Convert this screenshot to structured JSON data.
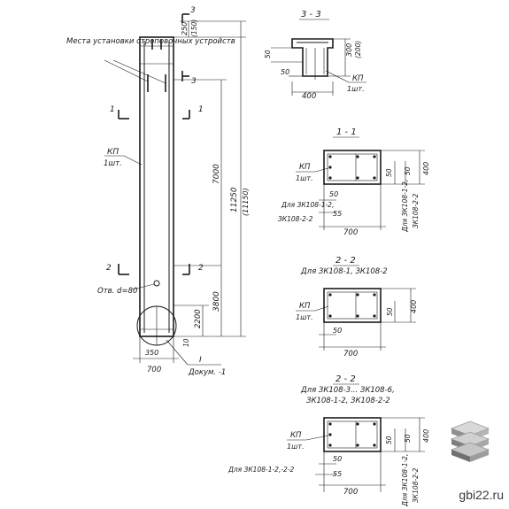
{
  "elevation": {
    "mount_note": "Места установки строповочных устройств",
    "kp_label": "КП",
    "kp_qty": "1шт.",
    "hole_label": "Отв. d=80",
    "dim_total": "11250",
    "dim_total_alt": "(11150)",
    "dim_upper": "7000",
    "dim_lower": "3800",
    "dim_small": "2200",
    "dim_top": "250",
    "dim_top_alt": "(150)",
    "dim_base_left": "350",
    "dim_base_width": "700",
    "dim_base_gap": "10",
    "ref_num": "I",
    "ref_doc": "Докум. -1",
    "cut_3": "3",
    "cut_1": "1",
    "cut_2": "2"
  },
  "section_3_3": {
    "title": "3 - 3",
    "dim_50a": "50",
    "dim_50b": "50",
    "dim_300": "300",
    "dim_300_alt": "(200)",
    "dim_400": "400",
    "kp_label": "КП",
    "kp_qty": "1шт."
  },
  "section_1_1": {
    "title": "1 - 1",
    "kp_label": "КП",
    "kp_qty": "1шт.",
    "note_line1": "Для ЗК108-1-2,",
    "note_line2": "ЗК108-2-2",
    "dim_50": "50",
    "dim_55": "55",
    "dim_700": "700",
    "dim_50r": "50",
    "dim_50r2": "50",
    "dim_400": "400",
    "note_vert1": "Для ЗК108-1-2,",
    "note_vert2": "ЗК108-2-2"
  },
  "section_2_2a": {
    "title": "2 - 2",
    "subtitle": "Для ЗК108-1, ЗК108-2",
    "kp_label": "КП",
    "kp_qty": "1шт.",
    "dim_50": "50",
    "dim_700": "700",
    "dim_50r": "50",
    "dim_400": "400"
  },
  "section_2_2b": {
    "title": "2 - 2",
    "subtitle1": "Для ЗК108-3... ЗК108-6,",
    "subtitle2": "ЗК108-1-2, ЗК108-2-2",
    "kp_label": "КП",
    "kp_qty": "1шт.",
    "note_line1": "Для ЗК108-1-2,-2-2",
    "dim_50": "50",
    "dim_55": "55",
    "dim_700": "700",
    "dim_50r": "50",
    "dim_50r2": "50",
    "dim_400": "400",
    "note_vert1": "Для ЗК108-1-2,",
    "note_vert2": "ЗК108-2-2"
  },
  "watermark": {
    "text": "gbi22.ru",
    "logo_icon": "stacked-slabs-icon"
  }
}
